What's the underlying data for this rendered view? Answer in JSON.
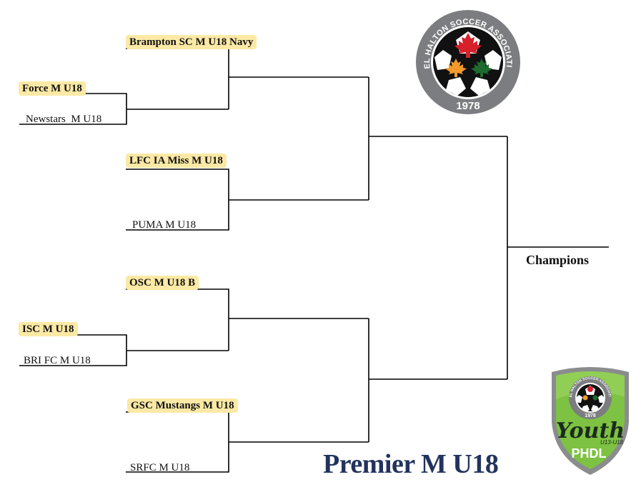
{
  "title": "Premier M U18",
  "champions_label": "Champions",
  "teams": {
    "t1": "Brampton SC M U18 Navy",
    "t2": "Force M U18",
    "t3": "Newstars  M U18",
    "t4": "LFC IA Miss M U18",
    "t5": "PUMA M U18",
    "t6": "OSC M U18 B",
    "t7": "ISC M U18",
    "t8": "BRI FC M U18",
    "t9": "GSC Mustangs M U18",
    "t10": "SRFC M U18"
  },
  "logo_top": {
    "ring_text": "PEEL HALTON SOCCER ASSOCIATION",
    "year": "1978",
    "colors": {
      "ring": "#7b7d80",
      "red_leaf": "#d6202a",
      "orange_leaf": "#f39a2d",
      "green_leaf": "#1e6b2f"
    }
  },
  "logo_bottom": {
    "ring_text": "PEEL HALTON SOCCER ASSOCIATION",
    "year": "1978",
    "word": "Youth",
    "sub": "U13-U18",
    "brand": "PHDL",
    "colors": {
      "shield": "#7dc242",
      "frame": "#8a8c8e"
    }
  },
  "colors": {
    "line": "#000000",
    "highlight": "#fbe9a5",
    "title": "#23335e"
  }
}
